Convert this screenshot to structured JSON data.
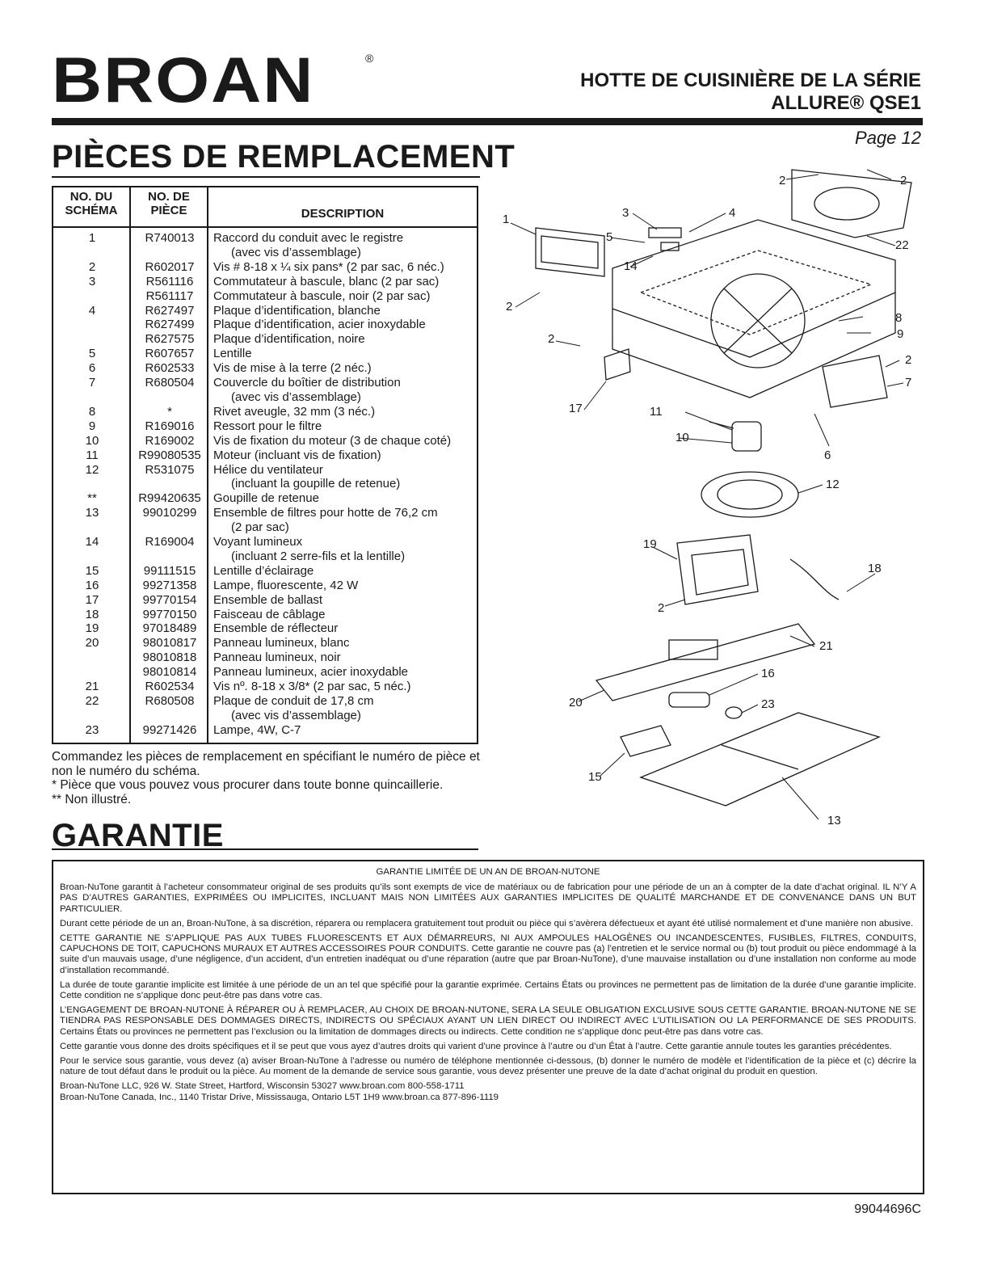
{
  "header": {
    "logo_text": "BROAN",
    "logo_mark": "®",
    "title_line1": "HOTTE DE CUISINIÈRE DE LA SÉRIE",
    "title_line2": "ALLURE® QSE1",
    "page": "Page 12"
  },
  "parts": {
    "title": "PIÈCES DE REMPLACEMENT",
    "columns": {
      "no_schema_1": "NO. DU",
      "no_schema_2": "SCHÉMA",
      "no_piece_1": "NO. DE",
      "no_piece_2": "PIÈCE",
      "description": "DESCRIPTION"
    },
    "rows": [
      {
        "key": "1",
        "part": "R740013",
        "desc": "Raccord du conduit avec le registre"
      },
      {
        "key": "",
        "part": "",
        "desc": "(avec vis d’assemblage)",
        "indent": true
      },
      {
        "key": "2",
        "part": "R602017",
        "desc": "Vis # 8-18 x ¼ six pans* (2 par sac, 6 néc.)"
      },
      {
        "key": "3",
        "part": "R561116",
        "desc": "Commutateur à bascule, blanc (2 par sac)"
      },
      {
        "key": "",
        "part": "R561117",
        "desc": "Commutateur à bascule, noir (2 par sac)"
      },
      {
        "key": "4",
        "part": "R627497",
        "desc": "Plaque d’identification, blanche"
      },
      {
        "key": "",
        "part": "R627499",
        "desc": "Plaque d’identification, acier inoxydable"
      },
      {
        "key": "",
        "part": "R627575",
        "desc": "Plaque d’identification, noire"
      },
      {
        "key": "5",
        "part": "R607657",
        "desc": "Lentille"
      },
      {
        "key": "6",
        "part": "R602533",
        "desc": "Vis de mise à la terre (2 néc.)"
      },
      {
        "key": "7",
        "part": "R680504",
        "desc": "Couvercle du boîtier de distribution"
      },
      {
        "key": "",
        "part": "",
        "desc": "(avec vis d’assemblage)",
        "indent": true
      },
      {
        "key": "8",
        "part": "*",
        "desc": "Rivet aveugle, 32 mm (3 néc.)"
      },
      {
        "key": "9",
        "part": "R169016",
        "desc": "Ressort pour le filtre"
      },
      {
        "key": "10",
        "part": "R169002",
        "desc": "Vis de fixation du moteur (3 de chaque coté)"
      },
      {
        "key": "11",
        "part": "R99080535",
        "desc": "Moteur (incluant vis de fixation)"
      },
      {
        "key": "12",
        "part": "R531075",
        "desc": "Hélice du ventilateur"
      },
      {
        "key": "",
        "part": "",
        "desc": "(incluant la goupille de retenue)",
        "indent": true
      },
      {
        "key": "**",
        "part": "R99420635",
        "desc": "Goupille de retenue"
      },
      {
        "key": "13",
        "part": "99010299",
        "desc": "Ensemble de filtres pour hotte de 76,2 cm"
      },
      {
        "key": "",
        "part": "",
        "desc": "(2 par sac)",
        "indent": true
      },
      {
        "key": "14",
        "part": "R169004",
        "desc": "Voyant lumineux"
      },
      {
        "key": "",
        "part": "",
        "desc": "(incluant 2 serre-fils et la lentille)",
        "indent": true
      },
      {
        "key": "15",
        "part": "99111515",
        "desc": "Lentille d’éclairage"
      },
      {
        "key": "16",
        "part": "99271358",
        "desc": "Lampe, fluorescente, 42 W"
      },
      {
        "key": "17",
        "part": "99770154",
        "desc": "Ensemble de ballast"
      },
      {
        "key": "18",
        "part": "99770150",
        "desc": "Faisceau de câblage"
      },
      {
        "key": "19",
        "part": "97018489",
        "desc": "Ensemble de réflecteur"
      },
      {
        "key": "20",
        "part": "98010817",
        "desc": "Panneau lumineux, blanc"
      },
      {
        "key": "",
        "part": "98010818",
        "desc": "Panneau lumineux, noir"
      },
      {
        "key": "",
        "part": "98010814",
        "desc": "Panneau lumineux, acier inoxydable"
      },
      {
        "key": "21",
        "part": "R602534",
        "desc": "Vis nº. 8-18 x 3/8* (2 par sac, 5 néc.)"
      },
      {
        "key": "22",
        "part": "R680508",
        "desc": "Plaque de conduit de 17,8 cm"
      },
      {
        "key": "",
        "part": "",
        "desc": "(avec vis d’assemblage)",
        "indent": true
      },
      {
        "key": "23",
        "part": "99271426",
        "desc": "Lampe, 4W, C-7"
      }
    ],
    "note_order": "Commandez les pièces de remplacement en spécifiant le numéro de pièce et non le numéro du schéma.",
    "note_star": "* Pièce que vous pouvez vous procurer dans toute bonne quincaillerie.",
    "note_double_star": "** Non illustré."
  },
  "diagram": {
    "callouts": [
      "1",
      "2",
      "2",
      "2",
      "2",
      "2",
      "2",
      "3",
      "4",
      "5",
      "6",
      "7",
      "8",
      "9",
      "10",
      "11",
      "12",
      "13",
      "14",
      "15",
      "16",
      "17",
      "18",
      "19",
      "20",
      "21",
      "22",
      "23"
    ]
  },
  "warranty": {
    "title": "GARANTIE",
    "box_title": "GARANTIE LIMITÉE DE UN AN DE BROAN-NUTONE",
    "p1": "Broan-NuTone garantit à l’acheteur consommateur original de ses produits qu’ils sont exempts de vice de matériaux ou de fabrication pour une période de un an à compter de la date d’achat original. IL N’Y A PAS D’AUTRES GARANTIES, EXPRIMÉES OU IMPLICITES, INCLUANT MAIS NON LIMITÉES AUX GARANTIES IMPLICITES DE QUALITÉ MARCHANDE ET DE CONVENANCE DANS UN BUT PARTICULIER.",
    "p2": "Durant cette période de un an, Broan-NuTone, à sa discrétion, réparera ou remplacera gratuitement tout produit ou pièce qui s’avèrera défectueux et ayant été utilisé normalement et d’une manière non abusive.",
    "p3": "CETTE GARANTIE NE S’APPLIQUE PAS AUX TUBES FLUORESCENTS ET AUX DÉMARREURS, NI AUX AMPOULES HALOGÈNES OU INCANDESCENTES, FUSIBLES, FILTRES, CONDUITS, CAPUCHONS DE TOIT, CAPUCHONS MURAUX ET AUTRES ACCESSOIRES POUR CONDUITS. Cette garantie ne couvre pas (a) l’entretien et le service normal ou (b) tout produit ou pièce endommagé à la suite d’un mauvais usage, d’une négligence, d’un accident, d’un entretien inadéquat ou d’une réparation (autre que par Broan-NuTone), d’une mauvaise installation ou d’une installation non conforme au mode d’installation recommandé.",
    "p4": "La durée de toute garantie implicite est limitée à une période de un an tel que spécifié pour la garantie exprimée. Certains États ou provinces ne permettent pas de limitation de la durée d’une garantie implicite. Cette condition ne s’applique donc peut-être pas dans votre cas.",
    "p5": "L’ENGAGEMENT DE BROAN-NUTONE À RÉPARER OU À REMPLACER, AU CHOIX DE BROAN-NUTONE, SERA LA SEULE OBLIGATION EXCLUSIVE SOUS CETTE GARANTIE. BROAN-NUTONE NE SE TIENDRA PAS RESPONSABLE DES DOMMAGES DIRECTS, INDIRECTS OU SPÉCIAUX AYANT UN LIEN DIRECT OU INDIRECT AVEC L’UTILISATION OU LA PERFORMANCE DE SES PRODUITS. Certains États ou provinces ne permettent pas l’exclusion ou la limitation de dommages directs ou indirects. Cette condition ne s’applique donc peut-être pas dans votre cas.",
    "p6": "Cette garantie vous donne des droits spécifiques et il se peut que vous ayez d’autres droits qui varient d’une province à l’autre ou d’un État à l’autre. Cette garantie annule toutes les garanties précédentes.",
    "p7": "Pour le service sous garantie, vous devez (a) aviser Broan-NuTone à l’adresse ou numéro de téléphone mentionnée ci-dessous, (b) donner le numéro de modèle et l’identification de la pièce et (c) décrire la nature de tout défaut dans le produit ou la pièce. Au moment de la demande de service sous garantie, vous devez présenter une preuve de la date d’achat original du produit en question.",
    "addr_us": "Broan-NuTone LLC, 926 W. State Street, Hartford, Wisconsin 53027 www.broan.com 800-558-1711",
    "addr_ca": "Broan-NuTone Canada, Inc., 1140 Tristar Drive, Mississauga, Ontario L5T 1H9 www.broan.ca 877-896-1119"
  },
  "footer": {
    "doc_number": "99044696C"
  }
}
